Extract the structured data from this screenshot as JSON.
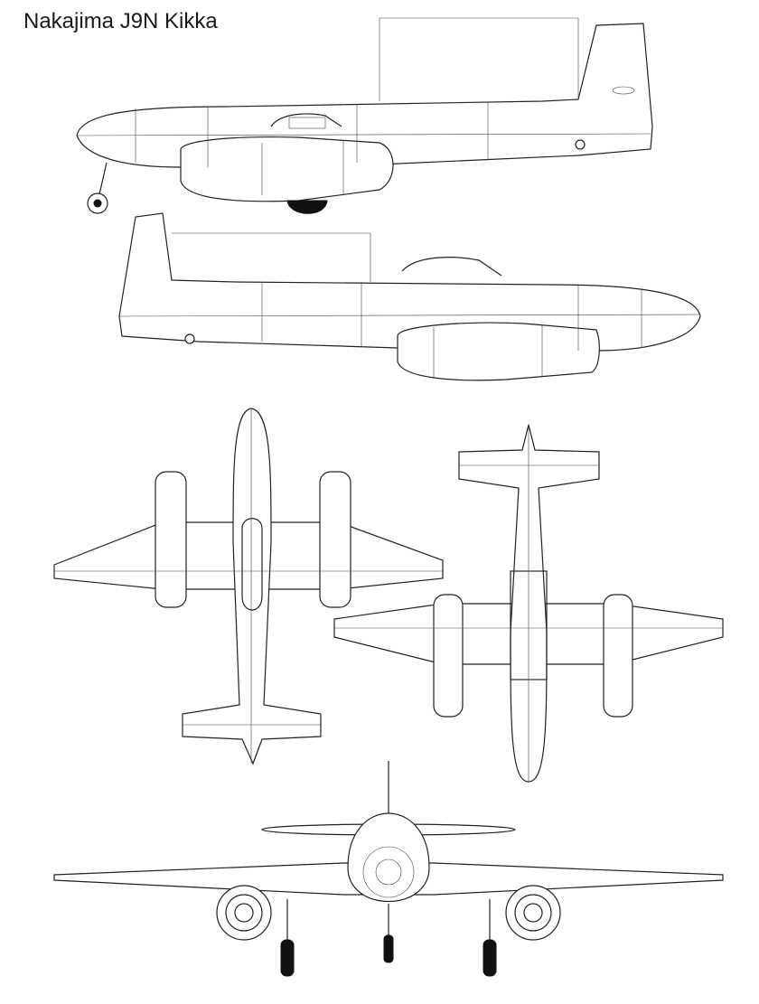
{
  "title": "Nakajima J9N Kikka",
  "views": [
    "side-left",
    "side-right",
    "top",
    "bottom",
    "front"
  ],
  "line_color": "#222222",
  "background": "#ffffff"
}
